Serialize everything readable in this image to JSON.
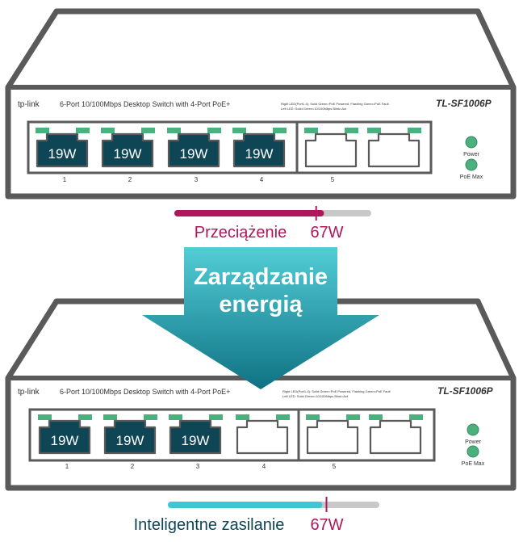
{
  "colors": {
    "outline": "#5a5a5a",
    "port_fill_active": "#0e4656",
    "led_green": "#4ab07d",
    "overload": "#b0165c",
    "smart": "#3fc7d1",
    "track": "#c8c8c8",
    "arrow_top": "#52cdd6",
    "arrow_bottom": "#0f7283"
  },
  "switch_top": {
    "brand": "tp-link",
    "description": "6-Port 10/100Mbps Desktop Switch with 4-Port PoE+",
    "model": "TL-SF1006P",
    "led_info_line1": "Right LED(Port1-4):  Solid Green=PoE Powered, Flashing Green=PoE Fault",
    "led_info_line2": "Left LED:  Solid Green=10/100Mbps  Blink=Act",
    "ports": [
      {
        "number": "1",
        "power": "19W",
        "active": true
      },
      {
        "number": "2",
        "power": "19W",
        "active": true
      },
      {
        "number": "3",
        "power": "19W",
        "active": true
      },
      {
        "number": "4",
        "power": "19W",
        "active": true
      },
      {
        "number": "5",
        "power": "",
        "active": false
      },
      {
        "number": "",
        "power": "",
        "active": false
      }
    ],
    "led_power_label": "Power",
    "led_poemax_label": "PoE Max"
  },
  "overload_bar": {
    "label": "Przeciążenie",
    "value_label": "67W",
    "fill_fraction": 0.76,
    "marker_fraction": 0.72
  },
  "arrow": {
    "line1": "Zarządzanie",
    "line2": "energią"
  },
  "switch_bottom": {
    "brand": "tp-link",
    "description": "6-Port 10/100Mbps Desktop Switch with 4-Port PoE+",
    "model": "TL-SF1006P",
    "led_info_line1": "Right LED(Port1-4):  Solid Green=PoE Powered, Flashing Green=PoE Fault",
    "led_info_line2": "Left LED:  Solid Green=10/100Mbps  Blink=Act",
    "ports": [
      {
        "number": "1",
        "power": "19W",
        "active": true
      },
      {
        "number": "2",
        "power": "19W",
        "active": true
      },
      {
        "number": "3",
        "power": "19W",
        "active": true
      },
      {
        "number": "4",
        "power": "",
        "active": false
      },
      {
        "number": "5",
        "power": "",
        "active": false
      },
      {
        "number": "",
        "power": "",
        "active": false
      }
    ],
    "led_power_label": "Power",
    "led_poemax_label": "PoE Max"
  },
  "smart_bar": {
    "label": "Inteligentne zasilanie",
    "value_label": "67W",
    "fill_fraction": 0.73,
    "marker_fraction": 0.75
  }
}
